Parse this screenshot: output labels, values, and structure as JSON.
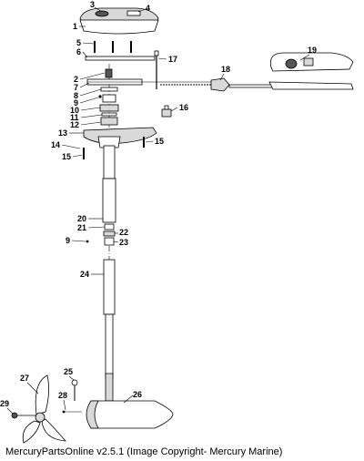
{
  "caption": "MercuryPartsOnline v2.5.1 (Image Copyright- Mercury Marine)",
  "parts": [
    {
      "id": "p1",
      "label": "1"
    },
    {
      "id": "p2",
      "label": "2"
    },
    {
      "id": "p3",
      "label": "3"
    },
    {
      "id": "p4",
      "label": "4"
    },
    {
      "id": "p5",
      "label": "5"
    },
    {
      "id": "p6",
      "label": "6"
    },
    {
      "id": "p7",
      "label": "7"
    },
    {
      "id": "p8",
      "label": "8"
    },
    {
      "id": "p9a",
      "label": "9"
    },
    {
      "id": "p9b",
      "label": "9"
    },
    {
      "id": "p10",
      "label": "10"
    },
    {
      "id": "p11",
      "label": "11"
    },
    {
      "id": "p12",
      "label": "12"
    },
    {
      "id": "p13",
      "label": "13"
    },
    {
      "id": "p14",
      "label": "14"
    },
    {
      "id": "p15a",
      "label": "15"
    },
    {
      "id": "p15b",
      "label": "15"
    },
    {
      "id": "p16",
      "label": "16"
    },
    {
      "id": "p17",
      "label": "17"
    },
    {
      "id": "p18",
      "label": "18"
    },
    {
      "id": "p19",
      "label": "19"
    },
    {
      "id": "p20",
      "label": "20"
    },
    {
      "id": "p21",
      "label": "21"
    },
    {
      "id": "p22",
      "label": "22"
    },
    {
      "id": "p23",
      "label": "23"
    },
    {
      "id": "p24",
      "label": "24"
    },
    {
      "id": "p25",
      "label": "25"
    },
    {
      "id": "p26",
      "label": "26"
    },
    {
      "id": "p27",
      "label": "27"
    },
    {
      "id": "p28",
      "label": "28"
    },
    {
      "id": "p29",
      "label": "29"
    }
  ]
}
